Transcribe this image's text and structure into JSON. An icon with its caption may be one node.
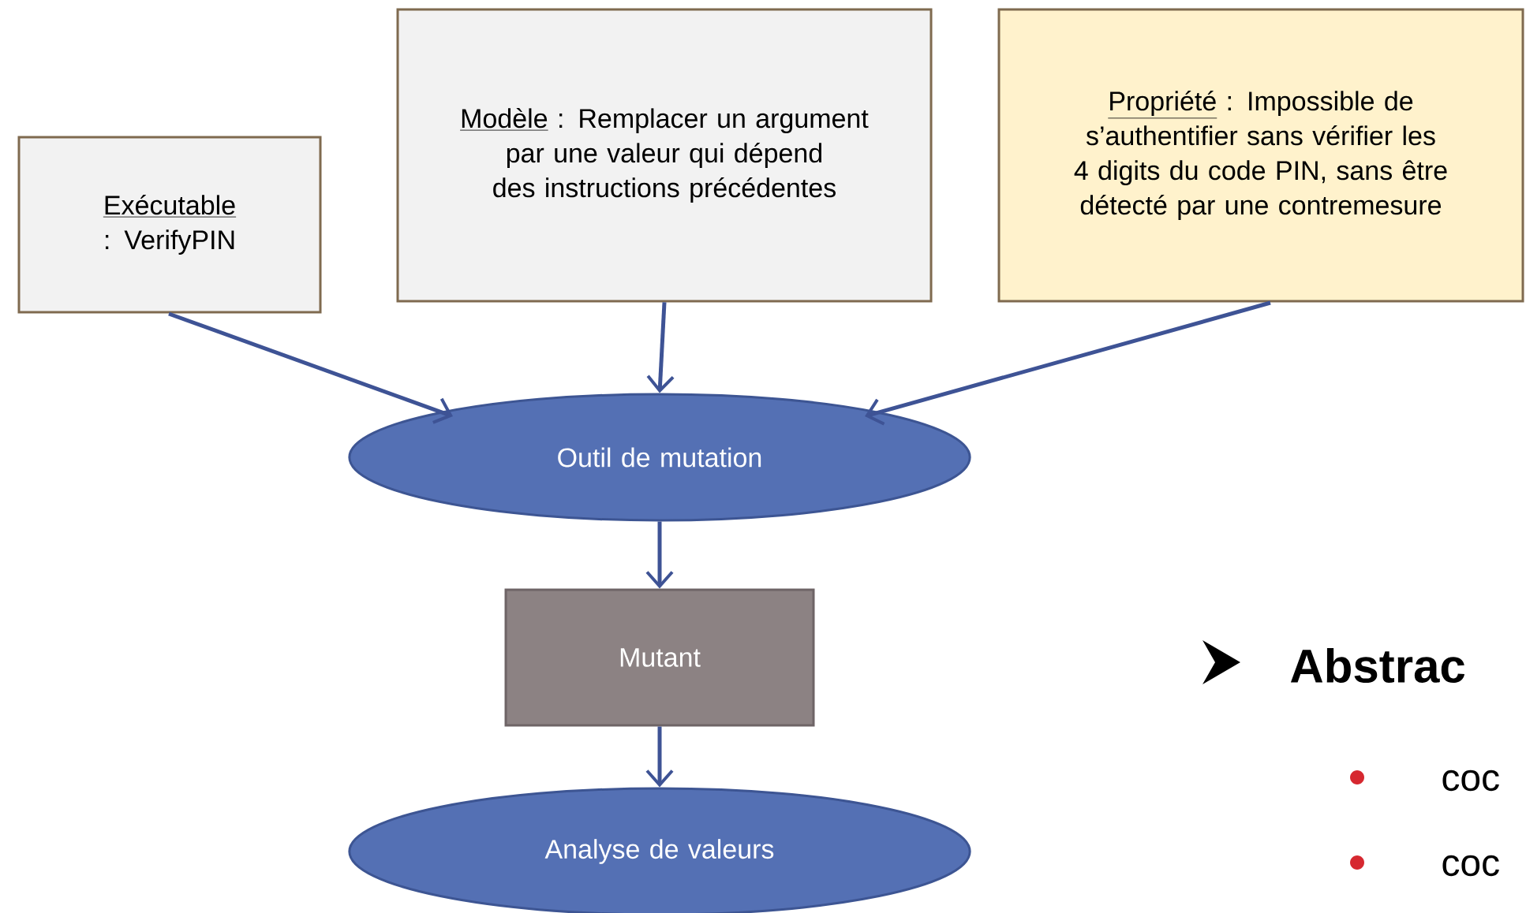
{
  "diagram": {
    "nodes": [
      {
        "text": [
          "Exécutable",
          ": VerifyPIN"
        ]
      },
      {
        "text": [
          "Modèle",
          ": Remplacer un argument par une valeur qui dépend des instructions précédentes"
        ]
      },
      {
        "text": [
          "Propriété",
          ": Impossible de s’authentifier sans vérifier les 4 digits du code PIN, sans être détecté par une contremesure"
        ]
      },
      {
        "text": [
          "Outil de mutation"
        ]
      },
      {
        "text": [
          "Mutant"
        ]
      },
      {
        "text": [
          "Analyse de valeurs"
        ]
      }
    ],
    "edges": [
      {
        "from": 0,
        "to": 3,
        "arrow": "to"
      },
      {
        "from": 1,
        "to": 3,
        "arrow": "to"
      },
      {
        "from": 2,
        "to": 3,
        "arrow": "to"
      },
      {
        "from": 3,
        "to": 4,
        "arrow": "to"
      },
      {
        "from": 4,
        "to": 5,
        "arrow": "to"
      }
    ],
    "labels": [
      "Abstrac",
      "coc",
      "coc"
    ]
  }
}
